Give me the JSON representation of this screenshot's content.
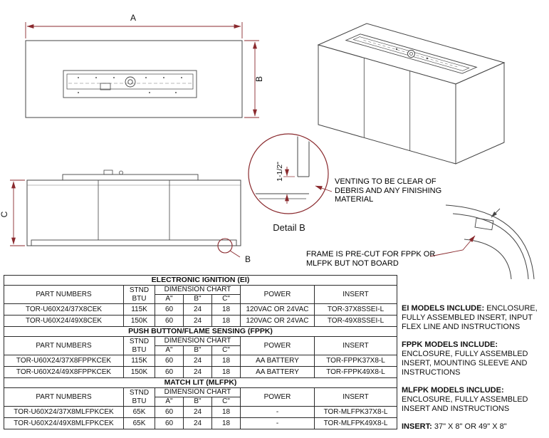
{
  "colors": {
    "geometry_line": "#444444",
    "dimension_red": "#8a2a2e",
    "background": "#ffffff",
    "text": "#111111"
  },
  "drawing": {
    "dim_a": "A",
    "dim_b": "B",
    "dim_c": "C",
    "detail_title": "Detail B",
    "detail_callout": "B",
    "vent_gap_dim": "1-1/2\"",
    "vent_note": "VENTING TO BE CLEAR OF DEBRIS AND ANY FINISHING MATERIAL",
    "frame_note": "FRAME IS PRE-CUT FOR FPPK OR MLFPK BUT NOT BOARD"
  },
  "tables": [
    {
      "title": "ELECTRONIC IGNITION (EI)",
      "headers": {
        "part": "PART NUMBERS",
        "btu": "STND BTU",
        "dim": "DIMENSION CHART",
        "a": "A\"",
        "b": "B\"",
        "c": "C\"",
        "power": "POWER",
        "insert": "INSERT"
      },
      "rows": [
        {
          "part": "TOR-U60X24/37X8CEK",
          "btu": "115K",
          "a": "60",
          "b": "24",
          "c": "18",
          "power": "120VAC OR 24VAC",
          "insert": "TOR-37X8SSEI-L"
        },
        {
          "part": "TOR-U60X24/49X8CEK",
          "btu": "150K",
          "a": "60",
          "b": "24",
          "c": "18",
          "power": "120VAC OR 24VAC",
          "insert": "TOR-49X8SSEI-L"
        }
      ]
    },
    {
      "title": "PUSH BUTTON/FLAME SENSING (FPPK)",
      "headers": {
        "part": "PART NUMBERS",
        "btu": "STND BTU",
        "dim": "DIMENSION CHART",
        "a": "A\"",
        "b": "B\"",
        "c": "C\"",
        "power": "POWER",
        "insert": "INSERT"
      },
      "rows": [
        {
          "part": "TOR-U60X24/37X8FPPKCEK",
          "btu": "115K",
          "a": "60",
          "b": "24",
          "c": "18",
          "power": "AA BATTERY",
          "insert": "TOR-FPPK37X8-L"
        },
        {
          "part": "TOR-U60X24/49X8FPPKCEK",
          "btu": "150K",
          "a": "60",
          "b": "24",
          "c": "18",
          "power": "AA BATTERY",
          "insert": "TOR-FPPK49X8-L"
        }
      ]
    },
    {
      "title": "MATCH LIT (MLFPK)",
      "headers": {
        "part": "PART NUMBERS",
        "btu": "STND BTU",
        "dim": "DIMENSION CHART",
        "a": "A\"",
        "b": "B\"",
        "c": "C\"",
        "power": "POWER",
        "insert": "INSERT"
      },
      "rows": [
        {
          "part": "TOR-U60X24/37X8MLFPKCEK",
          "btu": "65K",
          "a": "60",
          "b": "24",
          "c": "18",
          "power": "-",
          "insert": "TOR-MLFPK37X8-L"
        },
        {
          "part": "TOR-U60X24/49X8MLFPKCEK",
          "btu": "65K",
          "a": "60",
          "b": "24",
          "c": "18",
          "power": "-",
          "insert": "TOR-MLFPK49X8-L"
        }
      ]
    }
  ],
  "model_notes": [
    {
      "label": "EI MODELS INCLUDE:",
      "text": "ENCLOSURE, FULLY ASSEMBLED INSERT, INPUT FLEX LINE AND INSTRUCTIONS"
    },
    {
      "label": "FPPK MODELS INCLUDE:",
      "text": "ENCLOSURE, FULLY ASSEMBLED INSERT, MOUNTING SLEEVE AND INSTRUCTIONS"
    },
    {
      "label": "MLFPK MODELS INCLUDE:",
      "text": "ENCLOSURE, FULLY ASSEMBLED INSERT AND INSTRUCTIONS"
    },
    {
      "label": "INSERT:",
      "text": "37\" X 8\" OR 49\" X 8\""
    }
  ]
}
